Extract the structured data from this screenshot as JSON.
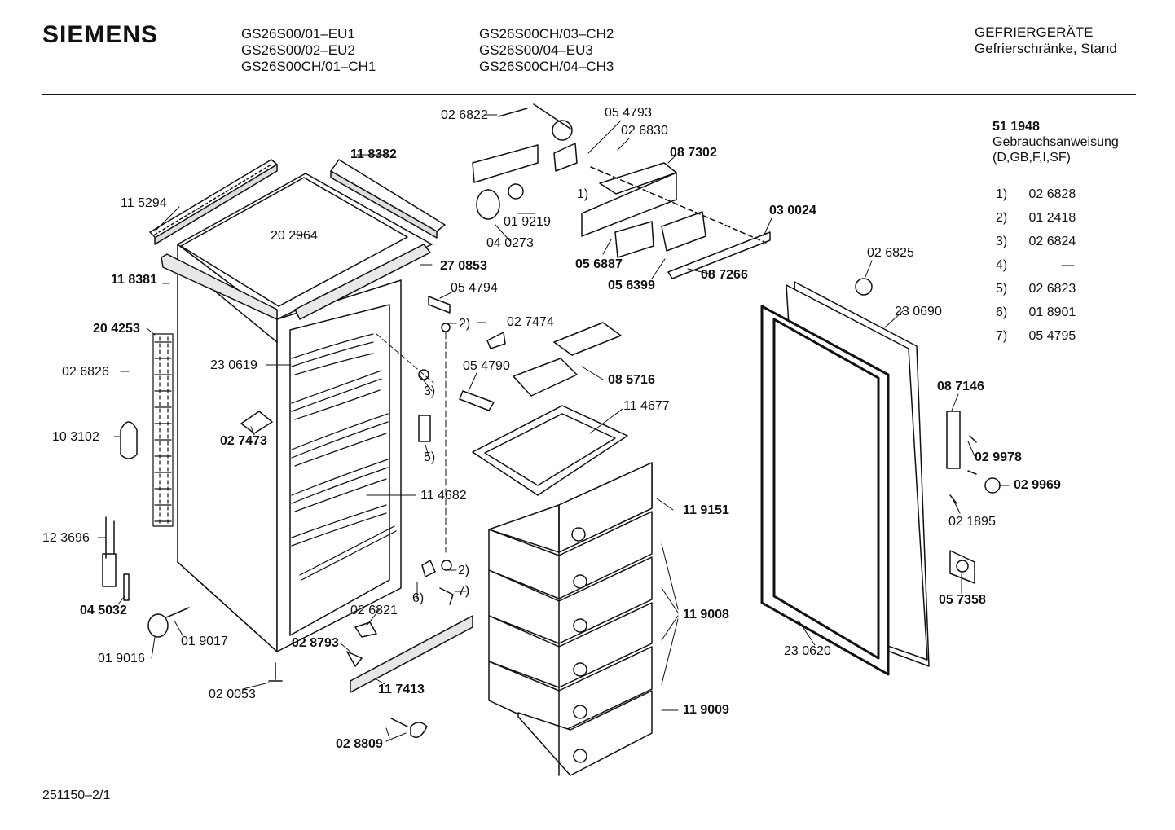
{
  "header": {
    "brand": "SIEMENS",
    "models_col1": [
      "GS26S00/01–EU1",
      "GS26S00/02–EU2",
      "GS26S00CH/01–CH1"
    ],
    "models_col2": [
      "GS26S00CH/03–CH2",
      "GS26S00/04–EU3",
      "GS26S00CH/04–CH3"
    ],
    "category": "GEFRIERGERÄTE",
    "subcategory": "Gefrierschränke, Stand"
  },
  "legend": {
    "manual_number": "51 1948",
    "manual_title": "Gebrauchsanweisung",
    "manual_languages": "(D,GB,F,I,SF)",
    "items": [
      {
        "key": "1)",
        "part": "02 6828"
      },
      {
        "key": "2)",
        "part": "01 2418"
      },
      {
        "key": "3)",
        "part": "02 6824"
      },
      {
        "key": "4)",
        "part": "—"
      },
      {
        "key": "5)",
        "part": "02 6823"
      },
      {
        "key": "6)",
        "part": "01 8901"
      },
      {
        "key": "7)",
        "part": "05 4795"
      }
    ]
  },
  "parts": {
    "p1": "02 6822",
    "p2": "05 4793",
    "p3": "02 6830",
    "p4": "08 7302",
    "p5": "11 8382",
    "p6": "11 5294",
    "p7": "20 2964",
    "p8": "27 0853",
    "p9": "11 8381",
    "p10": "01 9219",
    "p11": "04 0273",
    "p12": "1)",
    "p13": "03 0024",
    "p14": "05 6887",
    "p15": "05 6399",
    "p16": "08 7266",
    "p17": "02 6825",
    "p18": "23 0690",
    "p19": "05 4794",
    "p20": "2)",
    "p21": "02 7474",
    "p22": "20 4253",
    "p23": "23 0619",
    "p24": "02 6826",
    "p25": "05 4790",
    "p26": "08 5716",
    "p27": "3)",
    "p28": "11 4677",
    "p29": "08 7146",
    "p30": "10 3102",
    "p31": "02 7473",
    "p32": "5)",
    "p33": "02 9978",
    "p34": "02 9969",
    "p35": "11 4682",
    "p36": "11 9151",
    "p37": "02 1895",
    "p38": "12 3696",
    "p39": "2)",
    "p40": "6)",
    "p41": "7)",
    "p42": "05 7358",
    "p43": "04 5032",
    "p44": "02 6821",
    "p45": "11 9008",
    "p46": "01 9017",
    "p47": "02 8793",
    "p48": "23 0620",
    "p49": "01 9016",
    "p50": "02 0053",
    "p51": "11 7413",
    "p52": "11 9009",
    "p53": "02 8809"
  },
  "footer": {
    "drawing_id": "251150–2/1"
  },
  "colors": {
    "ink": "#111111",
    "background": "#ffffff",
    "shade": "#bdbdbd"
  }
}
